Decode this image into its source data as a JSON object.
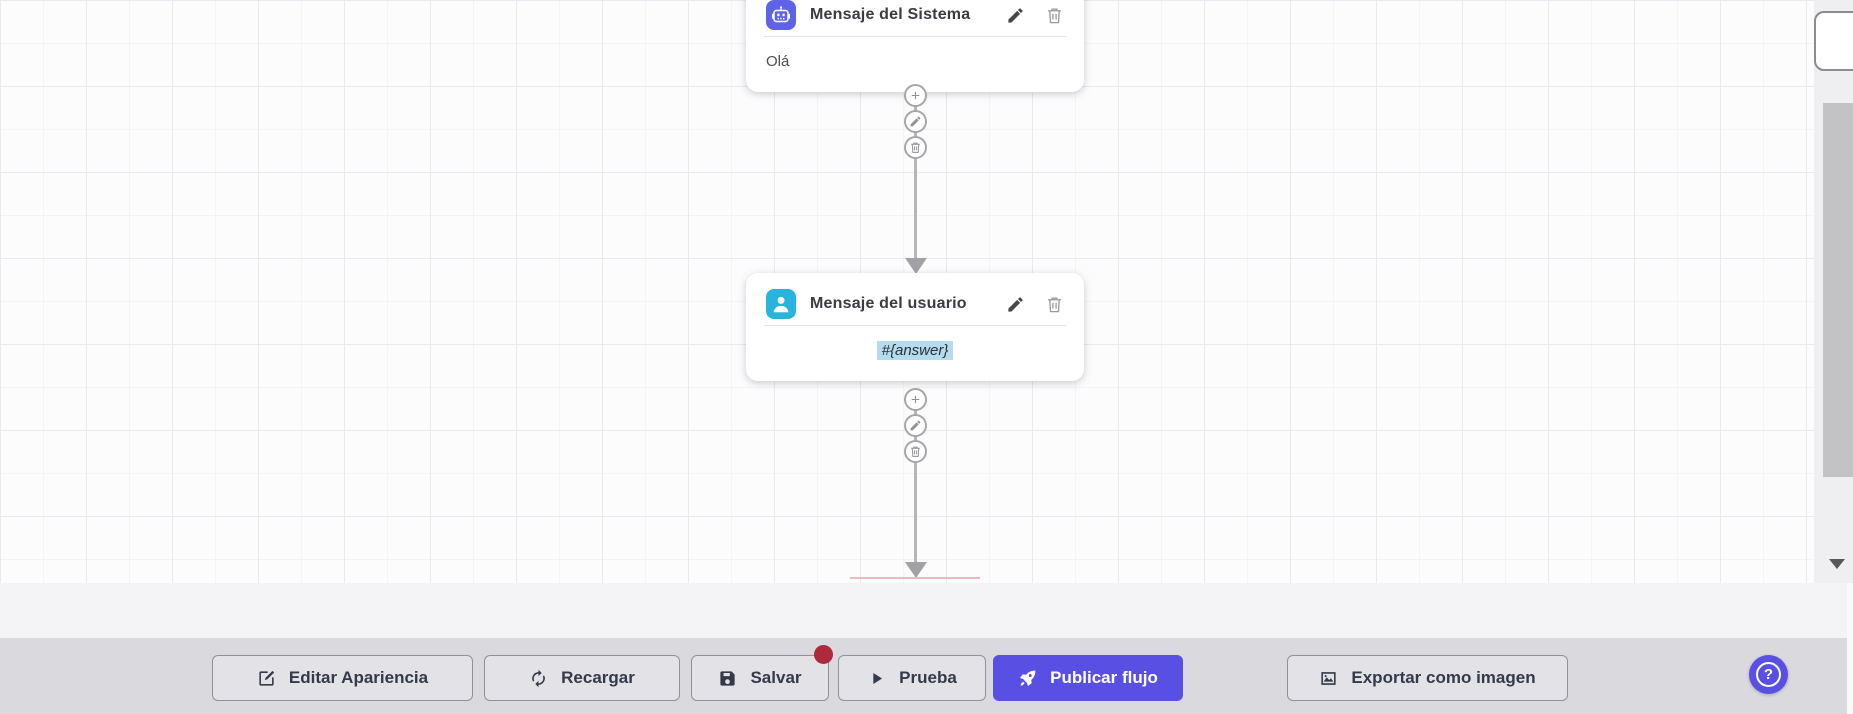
{
  "canvas": {
    "nodes": [
      {
        "title": "Mensaje del Sistema",
        "content": "Olá",
        "icon": "robot-icon",
        "icon_color": "#5f63e8"
      },
      {
        "title": "Mensaje del usuario",
        "content": "#{answer}",
        "content_highlighted": true,
        "highlight_color": "#b3dcef",
        "icon": "user-icon",
        "icon_color": "#29b4dd"
      }
    ],
    "node_actions": [
      "add",
      "edit",
      "delete"
    ]
  },
  "toolbar": {
    "buttons": [
      {
        "label": "Editar Apariencia",
        "icon": "edit-square-icon"
      },
      {
        "label": "Recargar",
        "icon": "refresh-icon"
      },
      {
        "label": "Salvar",
        "icon": "save-icon",
        "unsaved_badge": true
      },
      {
        "label": "Prueba",
        "icon": "play-icon"
      },
      {
        "label": "Publicar flujo",
        "icon": "rocket-icon",
        "primary": true,
        "color": "#5a4fe3"
      },
      {
        "label": "Exportar como imagen",
        "icon": "image-icon"
      }
    ],
    "badge_color": "#ad2a3d"
  },
  "help": {
    "label": "?",
    "color": "#5a4fe3"
  },
  "colors": {
    "accent": "#5a4fe3",
    "footer_bar": "#d9d9de",
    "connector": "#b6b6ba"
  }
}
